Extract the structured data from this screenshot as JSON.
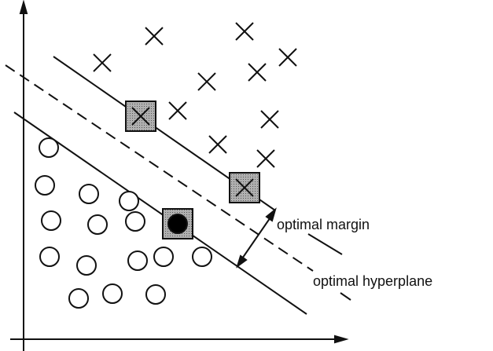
{
  "labels": {
    "margin": "optimal margin",
    "hyperplane": "optimal hyperplane"
  },
  "colors": {
    "ink": "#111111",
    "support_fill": "#9a9a9a"
  },
  "classes": {
    "positive": {
      "marker": "cross",
      "count": 12,
      "support_vectors": 2
    },
    "negative": {
      "marker": "circle",
      "count": 16,
      "support_vectors": 1
    }
  }
}
